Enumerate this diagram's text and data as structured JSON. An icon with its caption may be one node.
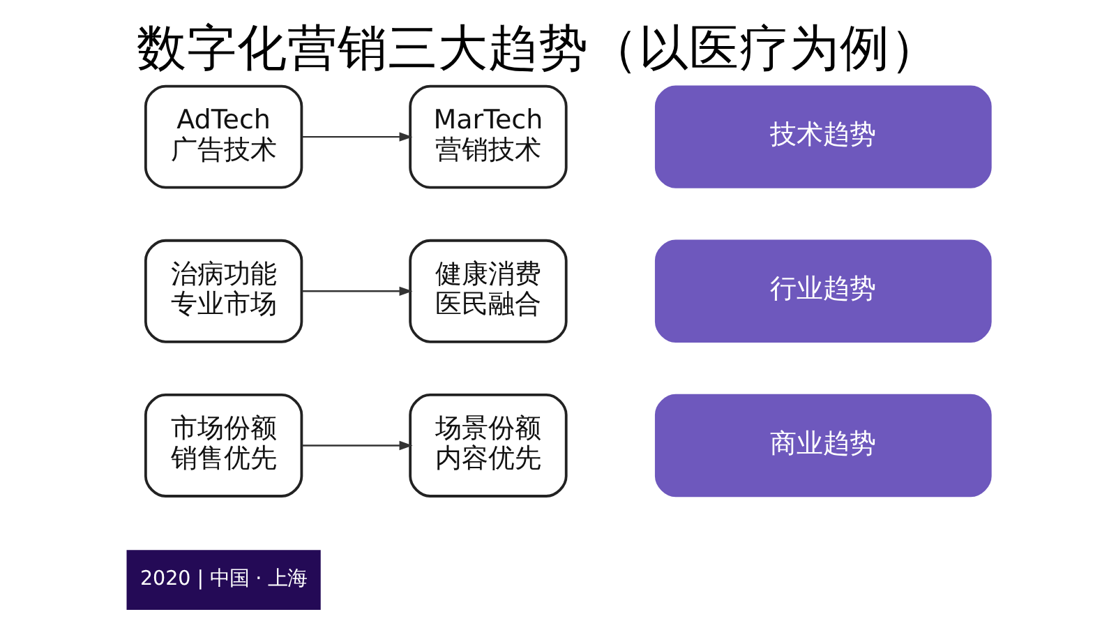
{
  "diagram": {
    "title": "数字化营销三大趋势（以医疗为例）",
    "nodes": [
      {
        "text": [
          "AdTech 广告技术"
        ]
      },
      {
        "text": [
          "MarTech 营销技术"
        ]
      },
      {
        "text": [
          "技术趋势"
        ]
      },
      {
        "text": [
          "治病功能专业市场"
        ]
      },
      {
        "text": [
          "健康消费医民融合"
        ]
      },
      {
        "text": [
          "行业趋势"
        ]
      },
      {
        "text": [
          "市场份额销售优先"
        ]
      },
      {
        "text": [
          "场景份额内容优先"
        ]
      },
      {
        "text": [
          "商业趋势"
        ]
      }
    ],
    "edges": [
      {
        "from": 0,
        "to": 1,
        "arrow": "to"
      },
      {
        "from": 3,
        "to": 4,
        "arrow": "to"
      },
      {
        "from": 6,
        "to": 7,
        "arrow": "to"
      }
    ],
    "labels": [
      "2020 | 中国 · 上海"
    ]
  }
}
